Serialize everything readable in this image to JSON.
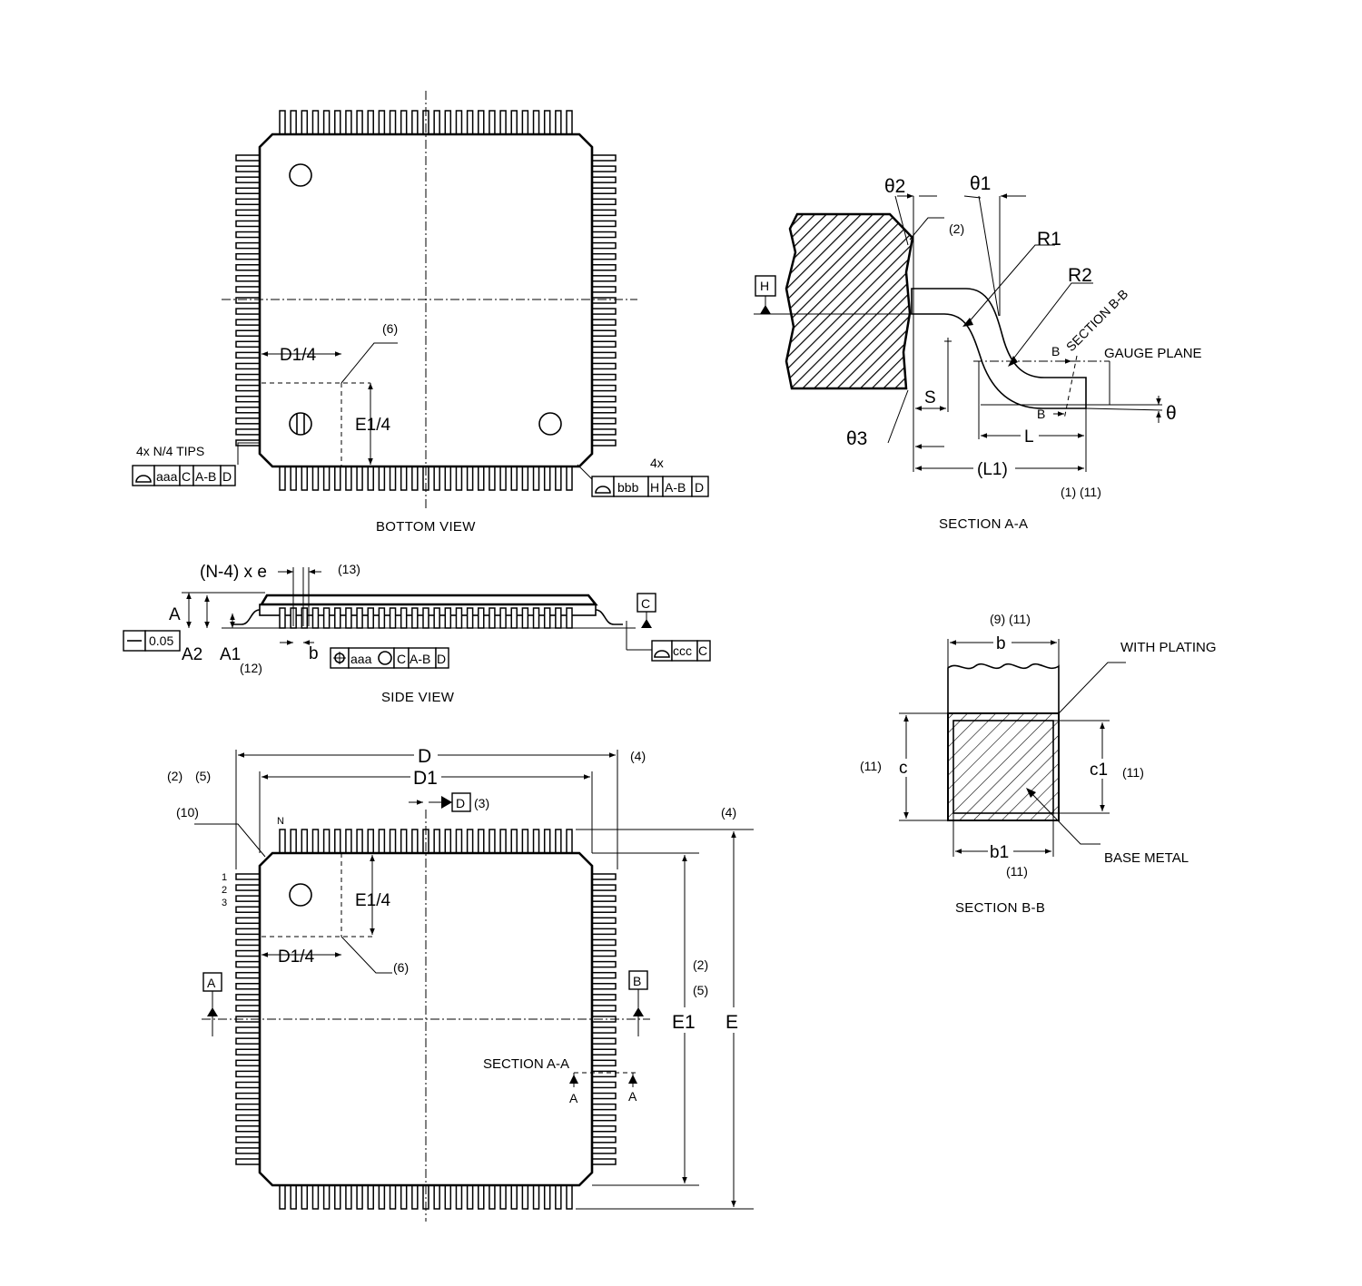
{
  "views": {
    "bottom_view": "BOTTOM VIEW",
    "side_view": "SIDE VIEW",
    "section_aa": "SECTION A-A",
    "section_bb": "SECTION B-B"
  },
  "bottom": {
    "d14": "D1/4",
    "e14": "E1/4",
    "note6": "(6)",
    "tips": "4x N/4 TIPS",
    "fcf_left": [
      "aaa",
      "C",
      "A-B",
      "D"
    ],
    "fourx": "4x",
    "fcf_right": [
      "bbb",
      "H",
      "A-B",
      "D"
    ]
  },
  "side": {
    "ne": "(N-4) x e",
    "note13": "(13)",
    "A": "A",
    "A2": "A2",
    "A1": "A1",
    "note12": "(12)",
    "b": "b",
    "flat": "0.05",
    "datumC": "C",
    "fcf_pos": [
      "aaa",
      "C",
      "A-B",
      "D"
    ],
    "fcf_ccc": [
      "ccc",
      "C"
    ]
  },
  "sectionA": {
    "theta2": "θ2",
    "theta1": "θ1",
    "theta3": "θ3",
    "theta": "θ",
    "note2": "(2)",
    "R1": "R1",
    "R2": "R2",
    "H": "H",
    "sectionbb": "SECTION B-B",
    "B": "B",
    "gauge": "GAUGE PLANE",
    "S": "S",
    "L": "L",
    "L1": "(L1)",
    "notes": "(1) (11)"
  },
  "sectionB": {
    "notes_b": "(9) (11)",
    "b": "b",
    "plating": "WITH PLATING",
    "n11a": "(11)",
    "c": "c",
    "c1": "c1",
    "n11b": "(11)",
    "b1": "b1",
    "n11c": "(11)",
    "base": "BASE METAL"
  },
  "top": {
    "D": "D",
    "D1": "D1",
    "n4a": "(4)",
    "n4b": "(4)",
    "n2": "(2)",
    "n5": "(5)",
    "n10": "(10)",
    "N": "N",
    "pin1": "1",
    "pin2": "2",
    "pin3": "3",
    "datumD": "D",
    "n3": "(3)",
    "e14": "E1/4",
    "d14": "D1/4",
    "n6": "(6)",
    "datumA": "A",
    "datumB": "B",
    "rn2": "(2)",
    "rn5": "(5)",
    "E1": "E1",
    "E": "E",
    "secaa": "SECTION A-A",
    "secA": "A"
  }
}
